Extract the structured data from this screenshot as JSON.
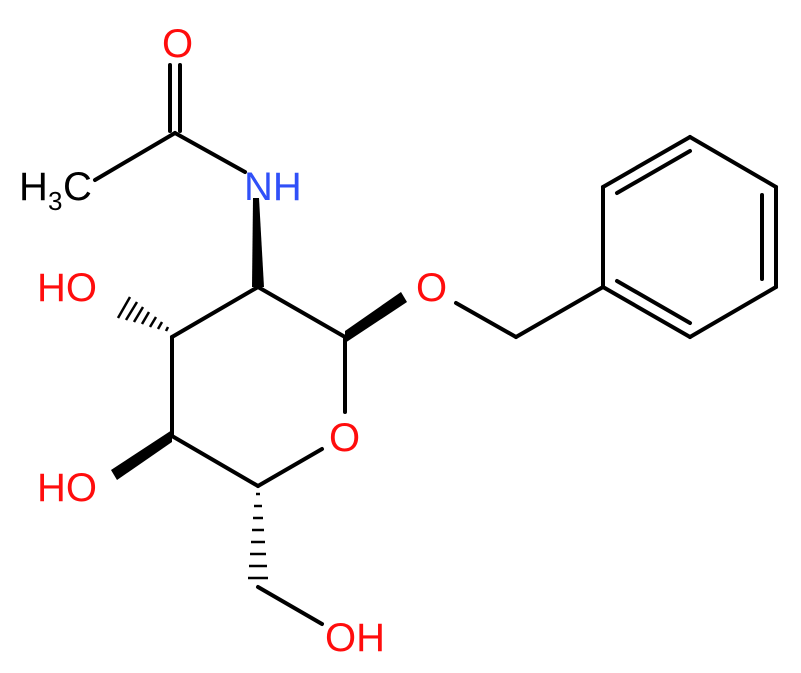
{
  "molecule": {
    "atoms": {
      "carbonyl_o": "O",
      "methyl_h": "H",
      "methyl_sub": "3",
      "methyl_c": "C",
      "nh": "NH",
      "ho_c3": "HO",
      "ho_c4": "HO",
      "o_benzyl": "O",
      "o_ring": "O",
      "oh_c6": "OH"
    },
    "colors": {
      "bond": "#000000",
      "oxygen": "#ff0d0d",
      "nitrogen": "#3050f8",
      "carbon": "#000000"
    }
  }
}
